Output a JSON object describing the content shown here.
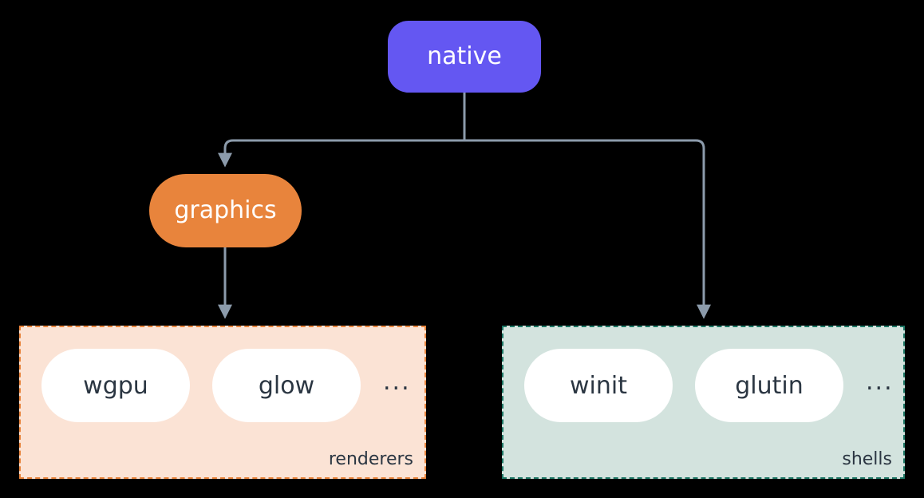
{
  "diagram": {
    "type": "flow-tree",
    "background_color": "#000000",
    "edge_color": "#8c9bab",
    "nodes": {
      "root": {
        "label": "native",
        "fill": "#6457f2",
        "text_color": "#ffffff"
      },
      "graphics": {
        "label": "graphics",
        "fill": "#e8843c",
        "text_color": "#ffffff"
      }
    },
    "groups": [
      {
        "id": "renderers",
        "title": "renderers",
        "fill": "#fbe3d5",
        "border_color": "#e8843c",
        "items": [
          "wgpu",
          "glow"
        ],
        "more": "..."
      },
      {
        "id": "shells",
        "title": "shells",
        "fill": "#d3e3de",
        "border_color": "#1d7765",
        "items": [
          "winit",
          "glutin"
        ],
        "more": "..."
      }
    ],
    "edges": [
      {
        "from": "native",
        "to": "graphics"
      },
      {
        "from": "graphics",
        "to": "renderers"
      },
      {
        "from": "native",
        "to": "shells"
      }
    ]
  }
}
